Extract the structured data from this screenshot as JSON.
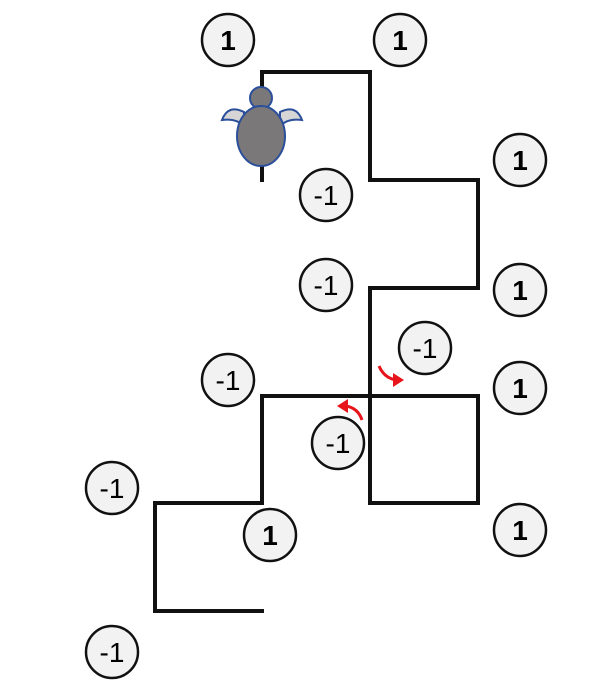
{
  "nodes": [
    {
      "label": "1",
      "bold": true
    },
    {
      "label": "1",
      "bold": true
    },
    {
      "label": "1",
      "bold": true
    },
    {
      "label": "-1",
      "bold": false
    },
    {
      "label": "-1",
      "bold": false
    },
    {
      "label": "1",
      "bold": true
    },
    {
      "label": "-1",
      "bold": false
    },
    {
      "label": "-1",
      "bold": false
    },
    {
      "label": "1",
      "bold": true
    },
    {
      "label": "-1",
      "bold": false
    },
    {
      "label": "-1",
      "bold": false
    },
    {
      "label": "1",
      "bold": true
    },
    {
      "label": "1",
      "bold": true
    },
    {
      "label": "-1",
      "bold": false
    }
  ],
  "colors": {
    "path": "#111111",
    "arrow": "#e8141b",
    "circle_fill": "#f2f2f2",
    "turtle_body": "#7a7879",
    "turtle_flipper": "#d6d6d6",
    "turtle_outline": "#2b4f9a"
  }
}
